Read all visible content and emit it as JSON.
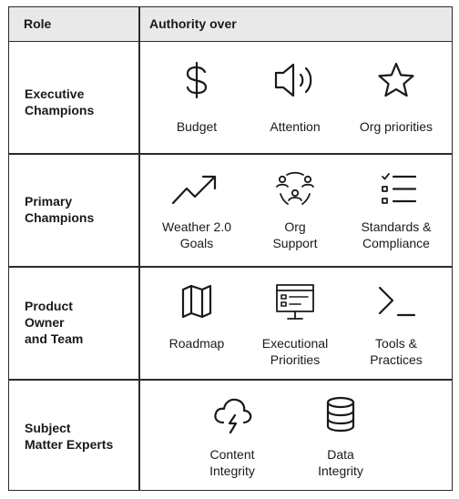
{
  "header": {
    "role": "Role",
    "authority": "Authority over"
  },
  "rows": [
    {
      "role": [
        "Executive",
        "Champions"
      ],
      "items": [
        {
          "icon": "dollar-icon",
          "label": [
            "Budget"
          ]
        },
        {
          "icon": "speaker-icon",
          "label": [
            "Attention"
          ]
        },
        {
          "icon": "star-icon",
          "label": [
            "Org priorities"
          ]
        }
      ]
    },
    {
      "role": [
        "Primary",
        "Champions"
      ],
      "items": [
        {
          "icon": "trending-up-icon",
          "label": [
            "Weather 2.0",
            "Goals"
          ]
        },
        {
          "icon": "people-network-icon",
          "label": [
            "Org",
            "Support"
          ]
        },
        {
          "icon": "checklist-icon",
          "label": [
            "Standards &",
            "Compliance"
          ]
        }
      ]
    },
    {
      "role": [
        "Product",
        "Owner",
        "and Team"
      ],
      "items": [
        {
          "icon": "map-icon",
          "label": [
            "Roadmap"
          ]
        },
        {
          "icon": "monitor-icon",
          "label": [
            "Executional",
            "Priorities"
          ]
        },
        {
          "icon": "terminal-icon",
          "label": [
            "Tools &",
            "Practices"
          ]
        }
      ]
    },
    {
      "role": [
        "Subject",
        "Matter Experts"
      ],
      "items": [
        {
          "icon": "cloud-lightning-icon",
          "label": [
            "Content",
            "Integrity"
          ]
        },
        {
          "icon": "database-icon",
          "label": [
            "Data",
            "Integrity"
          ]
        }
      ]
    }
  ]
}
